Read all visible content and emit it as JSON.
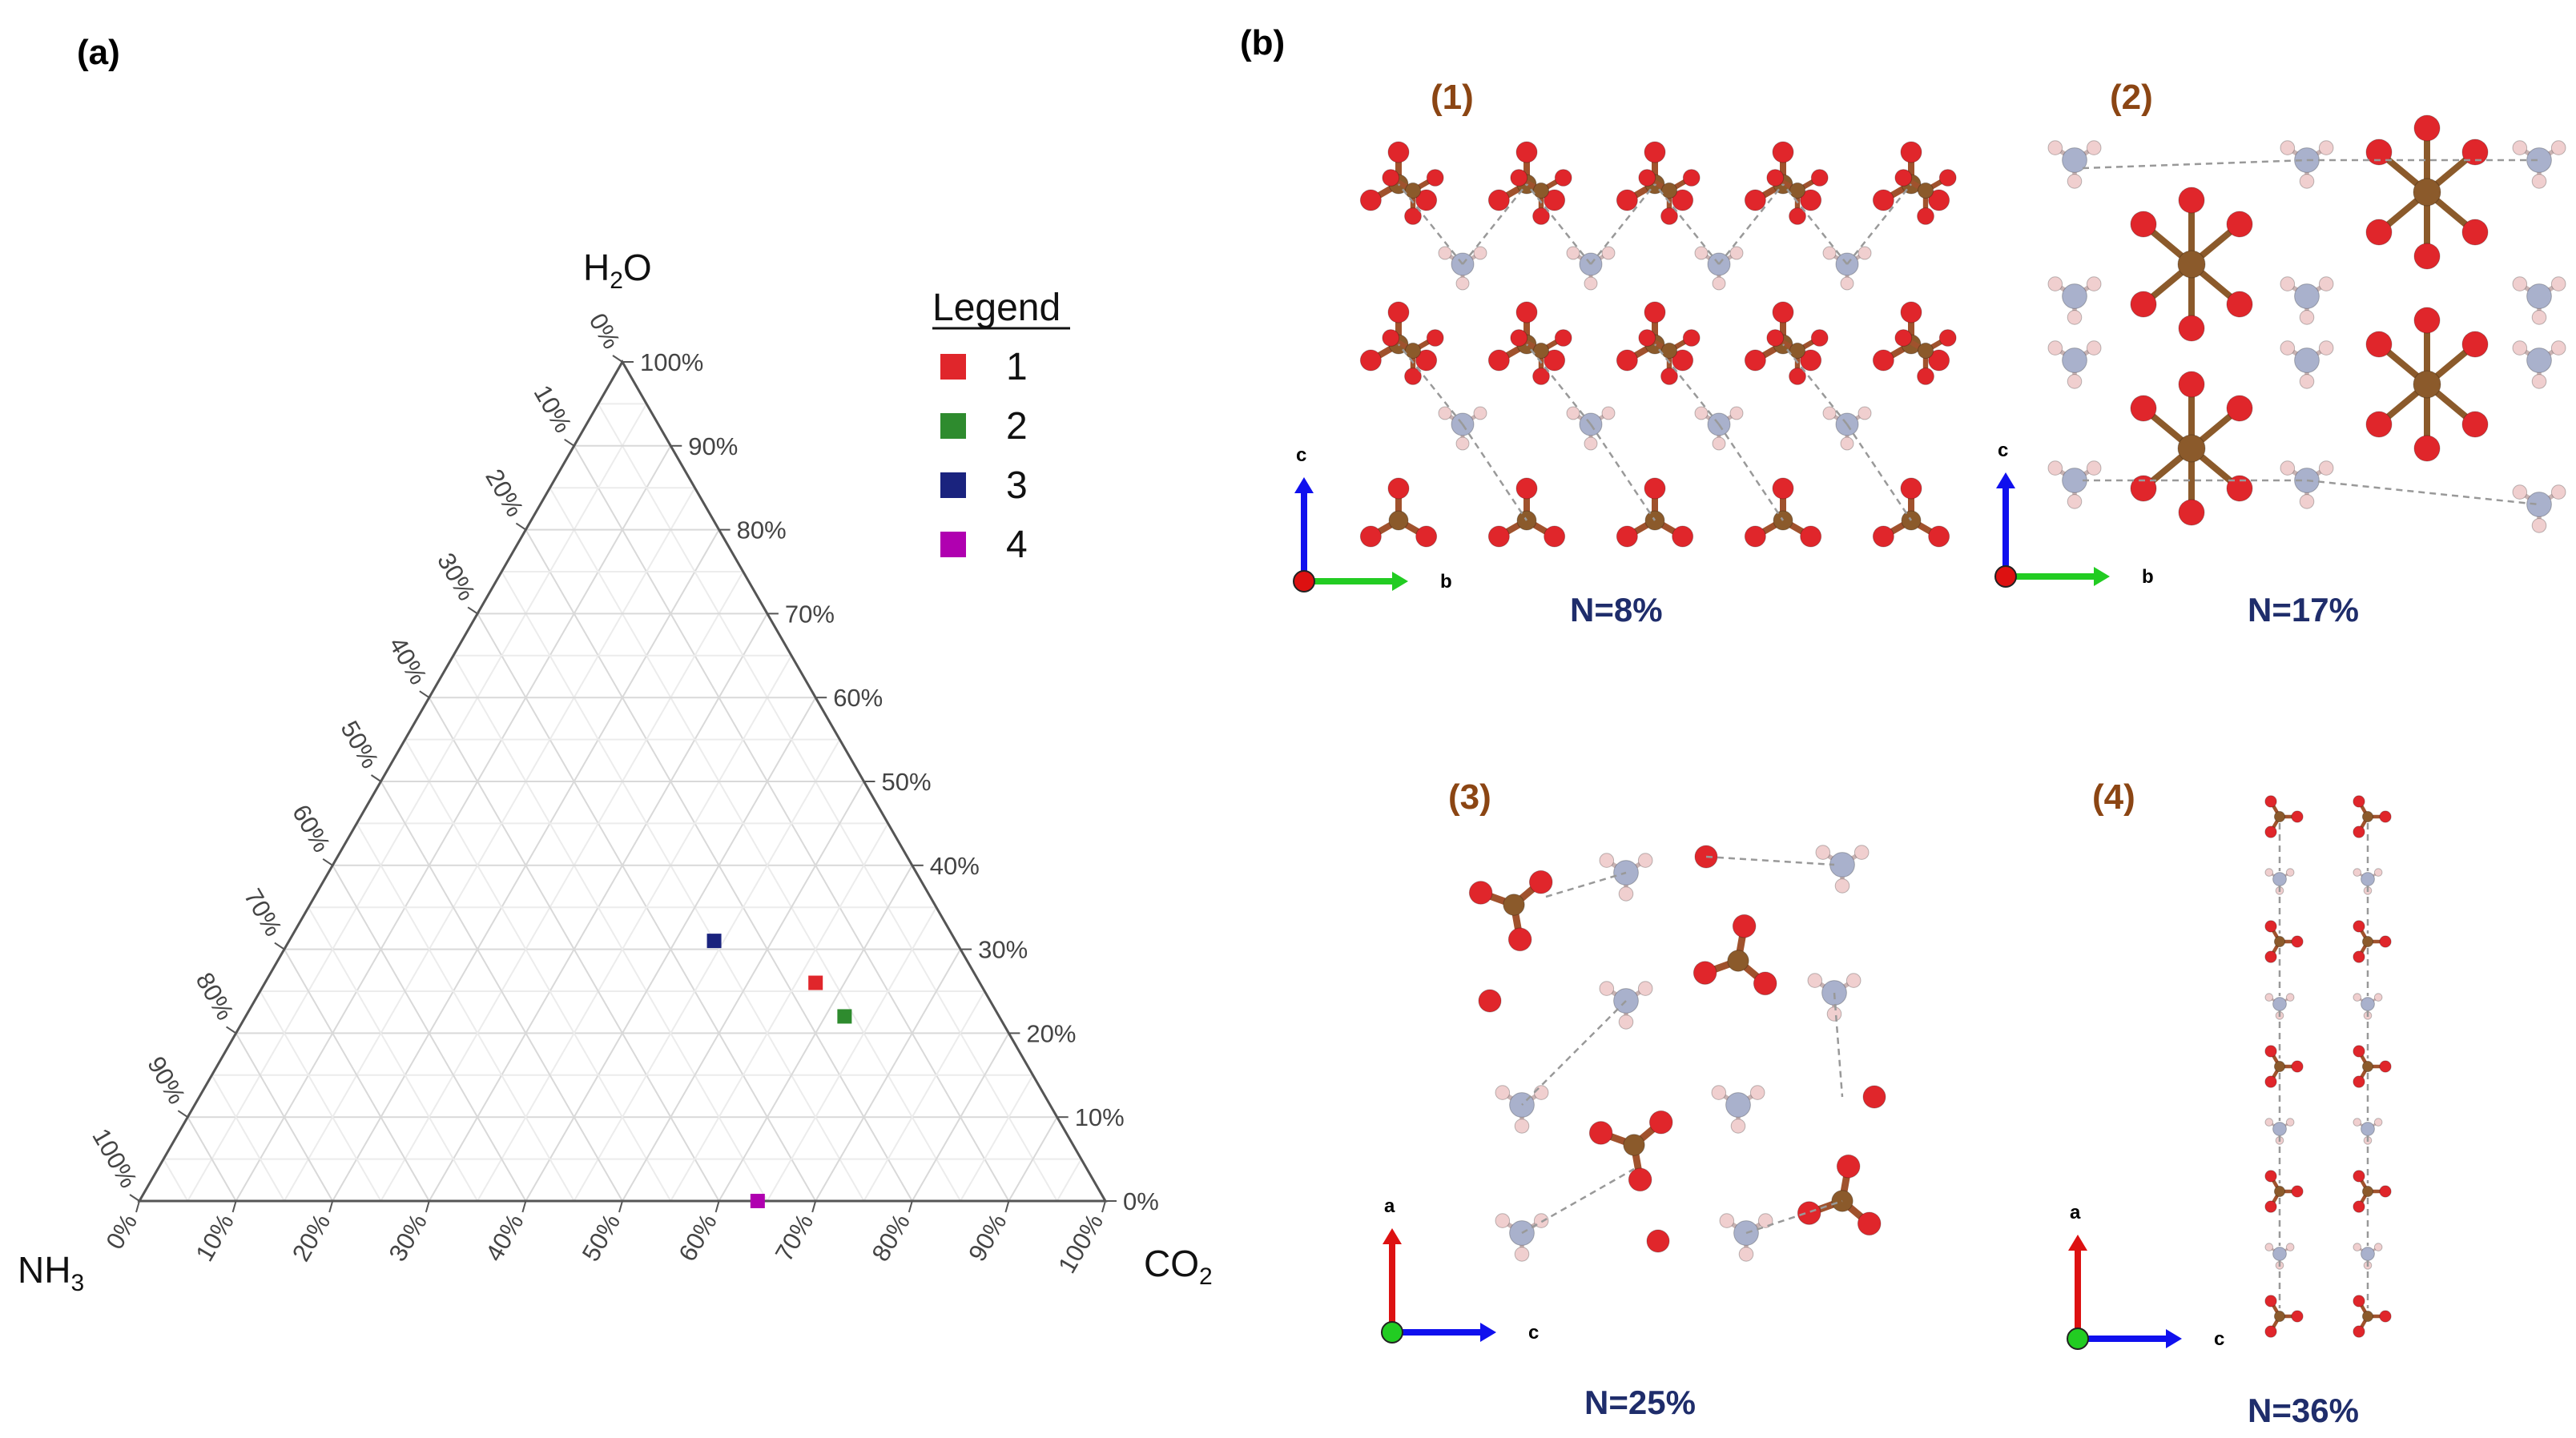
{
  "panels": {
    "a_label": "(a)",
    "b_label": "(b)"
  },
  "chart_data": {
    "type": "scatter",
    "subtype": "ternary",
    "vertices": {
      "top": "H",
      "top_sub": "2",
      "top_tail": "O",
      "left": "NH",
      "left_sub": "3",
      "right": "CO",
      "right_sub": "2"
    },
    "tick_labels": [
      "0%",
      "10%",
      "20%",
      "30%",
      "40%",
      "50%",
      "60%",
      "70%",
      "80%",
      "90%",
      "100%"
    ],
    "grid": true,
    "legend": {
      "title": "Legend",
      "placement": "top-right",
      "entries": [
        "1",
        "2",
        "3",
        "4"
      ]
    },
    "series": [
      {
        "name": "1",
        "color": "#e0262b",
        "co2": 0.57,
        "h2o": 0.26,
        "nh3": 0.17
      },
      {
        "name": "2",
        "color": "#2e8b2e",
        "co2": 0.62,
        "h2o": 0.22,
        "nh3": 0.16
      },
      {
        "name": "3",
        "color": "#1a237e",
        "co2": 0.44,
        "h2o": 0.31,
        "nh3": 0.25
      },
      {
        "name": "4",
        "color": "#b000b0",
        "co2": 0.64,
        "h2o": 0.0,
        "nh3": 0.36
      }
    ]
  },
  "structures": [
    {
      "id": "(1)",
      "n": "N=8%",
      "axes": [
        "c",
        "b",
        "a"
      ]
    },
    {
      "id": "(2)",
      "n": "N=17%",
      "axes": [
        "c",
        "b",
        "a"
      ]
    },
    {
      "id": "(3)",
      "n": "N=25%",
      "axes": [
        "a",
        "c",
        "b"
      ]
    },
    {
      "id": "(4)",
      "n": "N=36%",
      "axes": [
        "a",
        "c",
        "b"
      ]
    }
  ],
  "atom_colors": {
    "oxygen": "#e0262b",
    "carbon": "#8b5a2b",
    "nitrogen": "#a9b1cc",
    "hydrogen": "#f0cfcf",
    "bond": "#999999"
  },
  "axis_colors": {
    "c": "#1010ee",
    "b": "#22cc22",
    "a": "#dd1111"
  }
}
